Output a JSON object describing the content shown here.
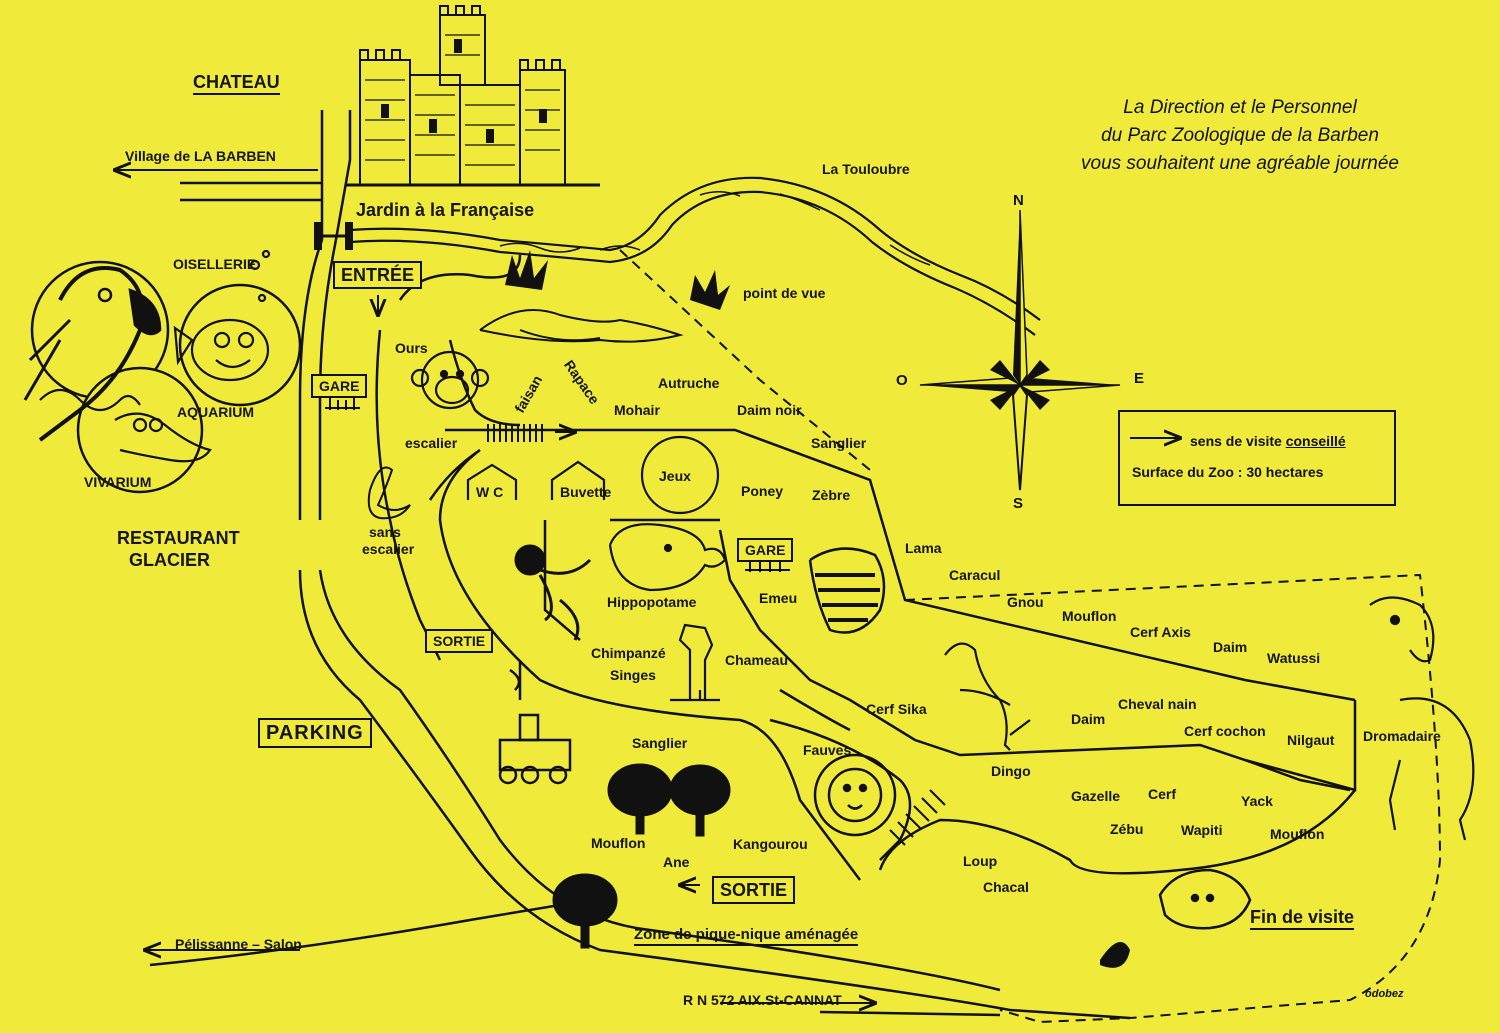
{
  "map": {
    "welcome": {
      "line1": "La Direction et le Personnel",
      "line2": "du Parc Zoologique de la Barben",
      "line3": "vous souhaitent une agréable journée"
    },
    "legend": {
      "arrow_text": "sens de visite",
      "arrow_text_underlined": "conseillé",
      "surface": "Surface du Zoo : 30 hectares"
    },
    "compass": {
      "n": "N",
      "s": "S",
      "e": "E",
      "o": "O"
    },
    "places": {
      "chateau": "CHATEAU",
      "village": "Village de LA BARBEN",
      "jardin": "Jardin à la Française",
      "touloubre": "La Touloubre",
      "point_de_vue": "point de vue",
      "entree": "ENTRÉE",
      "gare1": "GARE",
      "gare2": "GARE",
      "oisellerie": "OISELLERIE",
      "aquarium": "AQUARIUM",
      "vivarium": "VIVARIUM",
      "restaurant1": "RESTAURANT",
      "restaurant2": "GLACIER",
      "parking": "PARKING",
      "sortie1": "SORTIE",
      "sortie2": "SORTIE",
      "wc": "W C",
      "buvette": "Buvette",
      "jeux": "Jeux",
      "escalier": "escalier",
      "sans": "sans",
      "sans_escalier": "escalier",
      "pique_nique": "Zone de pique-nique aménagée",
      "pelissanne": "Pélissanne – Salon",
      "rn572": "R N 572 AIX.St-CANNAT",
      "fin_visite": "Fin de visite",
      "signature": "odobez"
    },
    "animals": {
      "ours": "Ours",
      "faisan": "faisan",
      "rapace": "Rapace",
      "autruche": "Autruche",
      "mohair": "Mohair",
      "daim_noir": "Daim  noir",
      "sanglier1": "Sanglier",
      "poney": "Poney",
      "zebre": "Zèbre",
      "lama": "Lama",
      "caracul": "Caracul",
      "gnou": "Gnou",
      "mouflon1": "Mouflon",
      "cerf_axis": "Cerf Axis",
      "daim1": "Daim",
      "watussi": "Watussi",
      "dromadaire": "Dromadaire",
      "hippopotame": "Hippopotame",
      "emeu": "Emeu",
      "chimpanze": "Chimpanzé",
      "singes": "Singes",
      "chameau": "Chameau",
      "cerf_sika": "Cerf   Sika",
      "cheval_nain": "Cheval nain",
      "daim2": "Daim",
      "cerf_cochon": "Cerf cochon",
      "nilgaut": "Nilgaut",
      "sanglier2": "Sanglier",
      "fauves": "Fauves",
      "dingo": "Dingo",
      "gazelle": "Gazelle",
      "cerf": "Cerf",
      "yack": "Yack",
      "zebu": "Zébu",
      "wapiti": "Wapiti",
      "mouflon2": "Mouflon",
      "mouflon3": "Mouflon",
      "ane": "Ane",
      "kangourou": "Kangourou",
      "loup": "Loup",
      "chacal": "Chacal"
    },
    "colors": {
      "paper": "#f0ea3a",
      "ink": "#111111"
    },
    "icons": [
      "castle-icon",
      "parrot-icon",
      "fish-icon",
      "snake-icon",
      "monkey-icon",
      "swan-icon",
      "elephant-icon",
      "chimpanzee-icon",
      "giraffe-icon",
      "zebra-icon",
      "vulture-icon",
      "lion-icon",
      "bison-icon",
      "camel-icon",
      "train-icon",
      "tree-icon",
      "crocodile-icon"
    ]
  }
}
